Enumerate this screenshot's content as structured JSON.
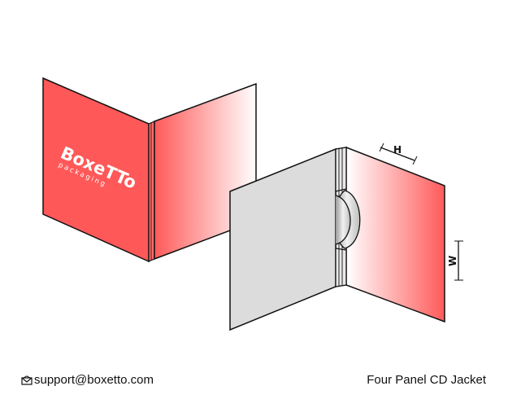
{
  "logo": {
    "brand": "BoxeTTo",
    "tagline": "packaging",
    "text_color": "#ffffff"
  },
  "dimensions": {
    "height_label": "H",
    "width_label": "W"
  },
  "footer": {
    "email": "support@boxetto.com",
    "email_icon": "envelope-icon",
    "product_title": "Four Panel CD Jacket"
  },
  "colors": {
    "panel_red": "#ff5555",
    "panel_grey": "#dcdcdc",
    "outline": "#111111"
  }
}
